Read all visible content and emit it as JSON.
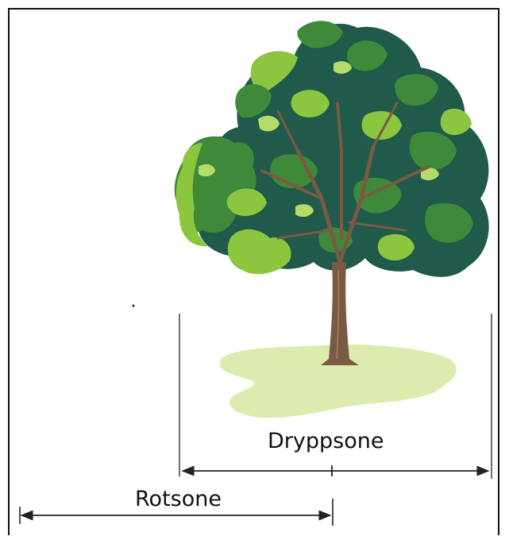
{
  "labels": {
    "drip_zone": "Dryppsone",
    "root_zone": "Rotsone"
  },
  "colors": {
    "foliage_dark": "#1f5a4a",
    "foliage_mid": "#3f8a3a",
    "foliage_light": "#8cc63f",
    "foliage_highlight": "#b5dc6a",
    "trunk": "#7a5a43",
    "grass": "#dcecae",
    "line": "#222222"
  },
  "icons": {
    "tree": "tree-illustration"
  }
}
